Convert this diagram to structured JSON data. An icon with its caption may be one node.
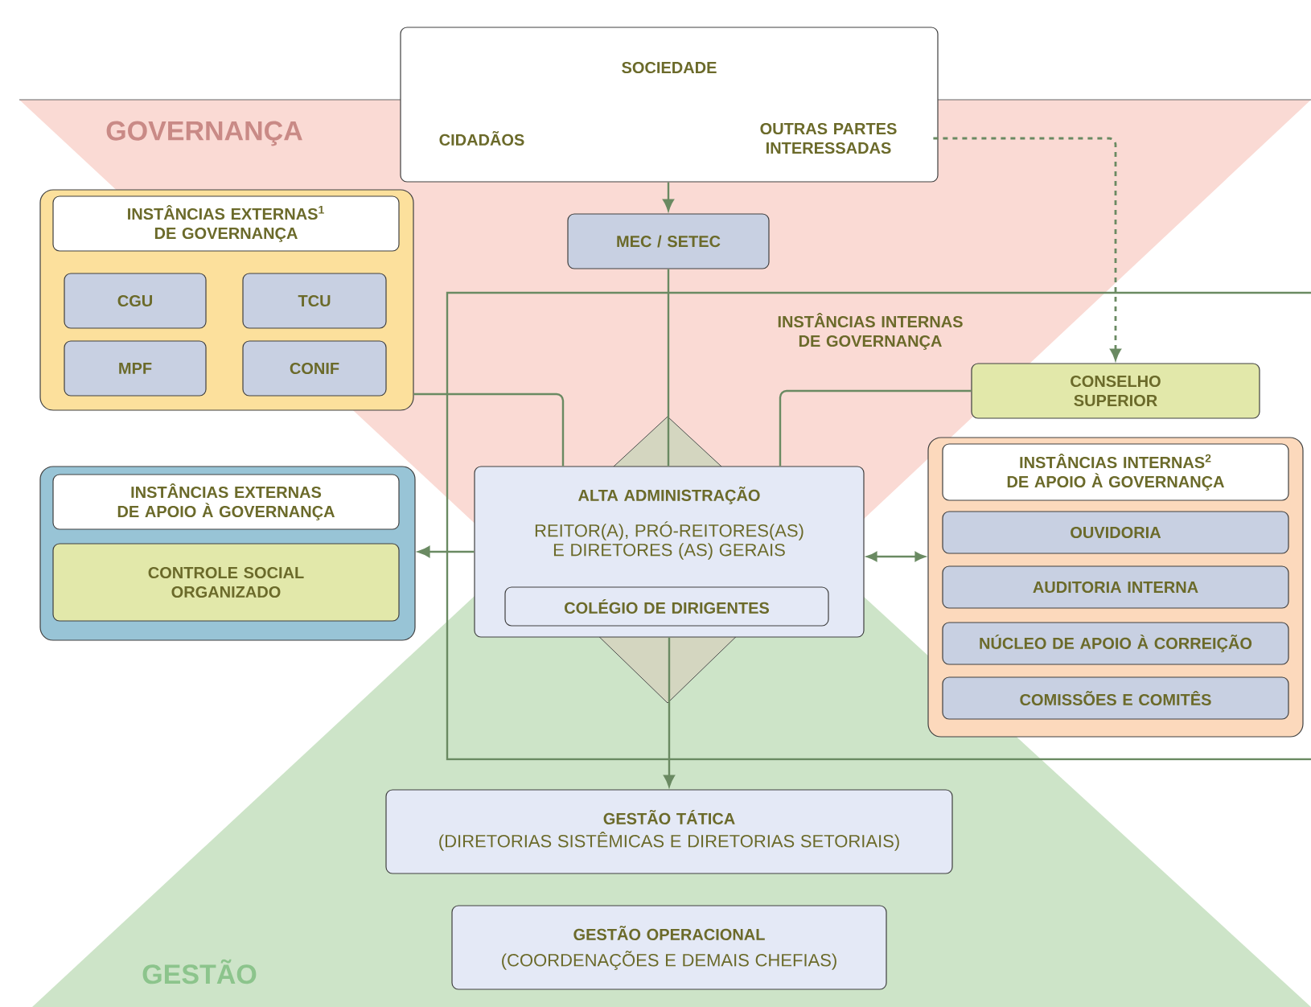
{
  "diagram": {
    "nodes": [
      {
        "text": [
          "SOCIEDADE"
        ]
      },
      {
        "text": [
          "CIDADÃOS"
        ],
        "in": 0
      },
      {
        "text": [
          "OUTRAS PARTES INTERESSADAS"
        ],
        "in": 0
      },
      {
        "text": [
          "MEC / SETEC"
        ]
      },
      {
        "text": [
          "INSTÂNCIAS EXTERNAS$^{1}$ DE GOVERNANÇA"
        ]
      },
      {
        "text": [
          "CGU"
        ],
        "in": 4
      },
      {
        "text": [
          "TCU"
        ],
        "in": 4
      },
      {
        "text": [
          "MPF"
        ],
        "in": 4
      },
      {
        "text": [
          "CONIF"
        ],
        "in": 4
      },
      {
        "text": [
          "CONSELHO SUPERIOR"
        ]
      },
      {
        "text": [
          "INSTÂNCIAS EXTERNAS DE APOIO À GOVERNANÇA"
        ]
      },
      {
        "text": [
          "CONTROLE SOCIAL ORGANIZADO"
        ],
        "in": 10
      },
      {
        "text": [
          "ALTA ADMINISTRAÇÃO",
          "REITOR(A), PRÓ-REITORES(AS) E DIRETORES (AS) GERAIS"
        ]
      },
      {
        "text": [
          "COLÉGIO DE DIRIGENTES"
        ],
        "in": 12
      },
      {
        "text": [
          "INSTÂNCIAS INTERNAS$^{2}$ DE APOIO À GOVERNANÇA"
        ]
      },
      {
        "text": [
          "OUVIDORIA"
        ],
        "in": 14
      },
      {
        "text": [
          "AUDITORIA INTERNA"
        ],
        "in": 14
      },
      {
        "text": [
          "NÚCLEO DE APOIO À CORREIÇÃO"
        ],
        "in": 14
      },
      {
        "text": [
          "COMISSÕES E COMITÊS"
        ],
        "in": 14
      },
      {
        "text": [
          "GESTÃO TÁTICA",
          "(DIRETORIAS SISTÊMICAS E DIRETORIAS SETORIAIS)"
        ]
      },
      {
        "text": [
          "GESTÃO OPERACIONAL",
          "(COORDENAÇÕES E DEMAIS CHEFIAS)"
        ]
      }
    ],
    "edges": [
      {
        "from": 0,
        "to": 3,
        "arrow": "to"
      },
      {
        "from": 2,
        "to": 9,
        "arrow": "to",
        "style": "dashed"
      },
      {
        "from": 3,
        "to": 12,
        "arrow": "none"
      },
      {
        "from": 12,
        "to": 19,
        "arrow": "to"
      },
      {
        "from": 4,
        "to": 12,
        "arrow": "none"
      },
      {
        "from": 9,
        "to": 12,
        "arrow": "none"
      },
      {
        "from": 12,
        "to": 10,
        "arrow": "to"
      },
      {
        "from": 12,
        "to": 14,
        "arrow": "both"
      }
    ],
    "labels": [
      "GOVERNANÇA",
      "INSTÂNCIAS INTERNAS DE GOVERNANÇA",
      "GESTÃO"
    ]
  }
}
